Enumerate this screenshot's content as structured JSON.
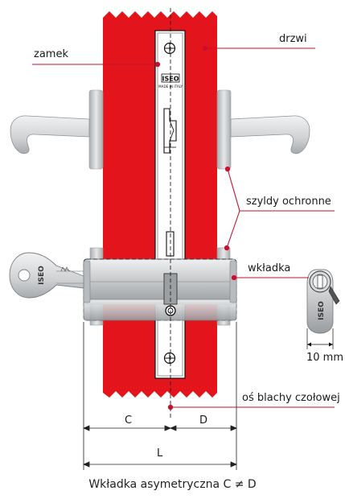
{
  "labels": {
    "lock": "zamek",
    "door": "drzwi",
    "plates": "szyldy ochronne",
    "cylinder": "wkładka",
    "axis": "oś blachy czołowej",
    "mm": "10 mm",
    "C": "C",
    "D": "D",
    "L": "L"
  },
  "brand": {
    "logo": "ISEO",
    "made_in": "MADE IN ITALY"
  },
  "caption": "Wkładka asymetryczna C ≠ D",
  "colors": {
    "door_red": "#e3141c",
    "red_line": "#c8102e",
    "metal": "#c8cacc",
    "metal_dark": "#8e9194",
    "handle": "#d2d4d6",
    "ink": "#1a1a1a"
  }
}
